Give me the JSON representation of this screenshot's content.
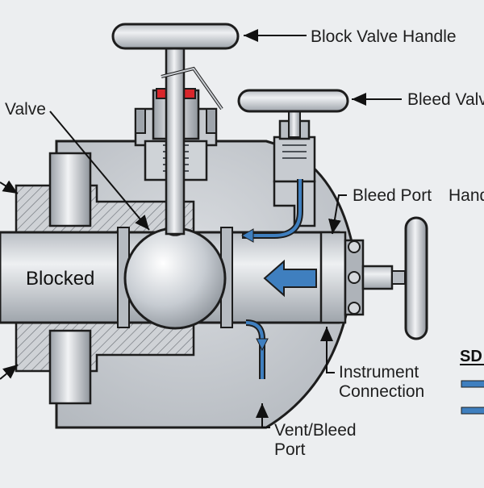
{
  "labels": {
    "block_valve_handle": "Block Valve Handle",
    "bleed_valve": "Bleed Valv",
    "valve": "Valve",
    "bleed_port": "Bleed Port",
    "handle_partial": "Hand",
    "blocked": "Blocked",
    "instrument_connection_line1": "Instrument",
    "instrument_connection_line2": "Connection",
    "vent_bleed_line1": "Vent/Bleed",
    "vent_bleed_line2": "Port",
    "legend_partial": "SD"
  },
  "colors": {
    "flow_arrow": "#3f7fbf",
    "seal_ring": "#d8262b",
    "body_metal": "#c9cdd2",
    "background": "#eceef0"
  }
}
